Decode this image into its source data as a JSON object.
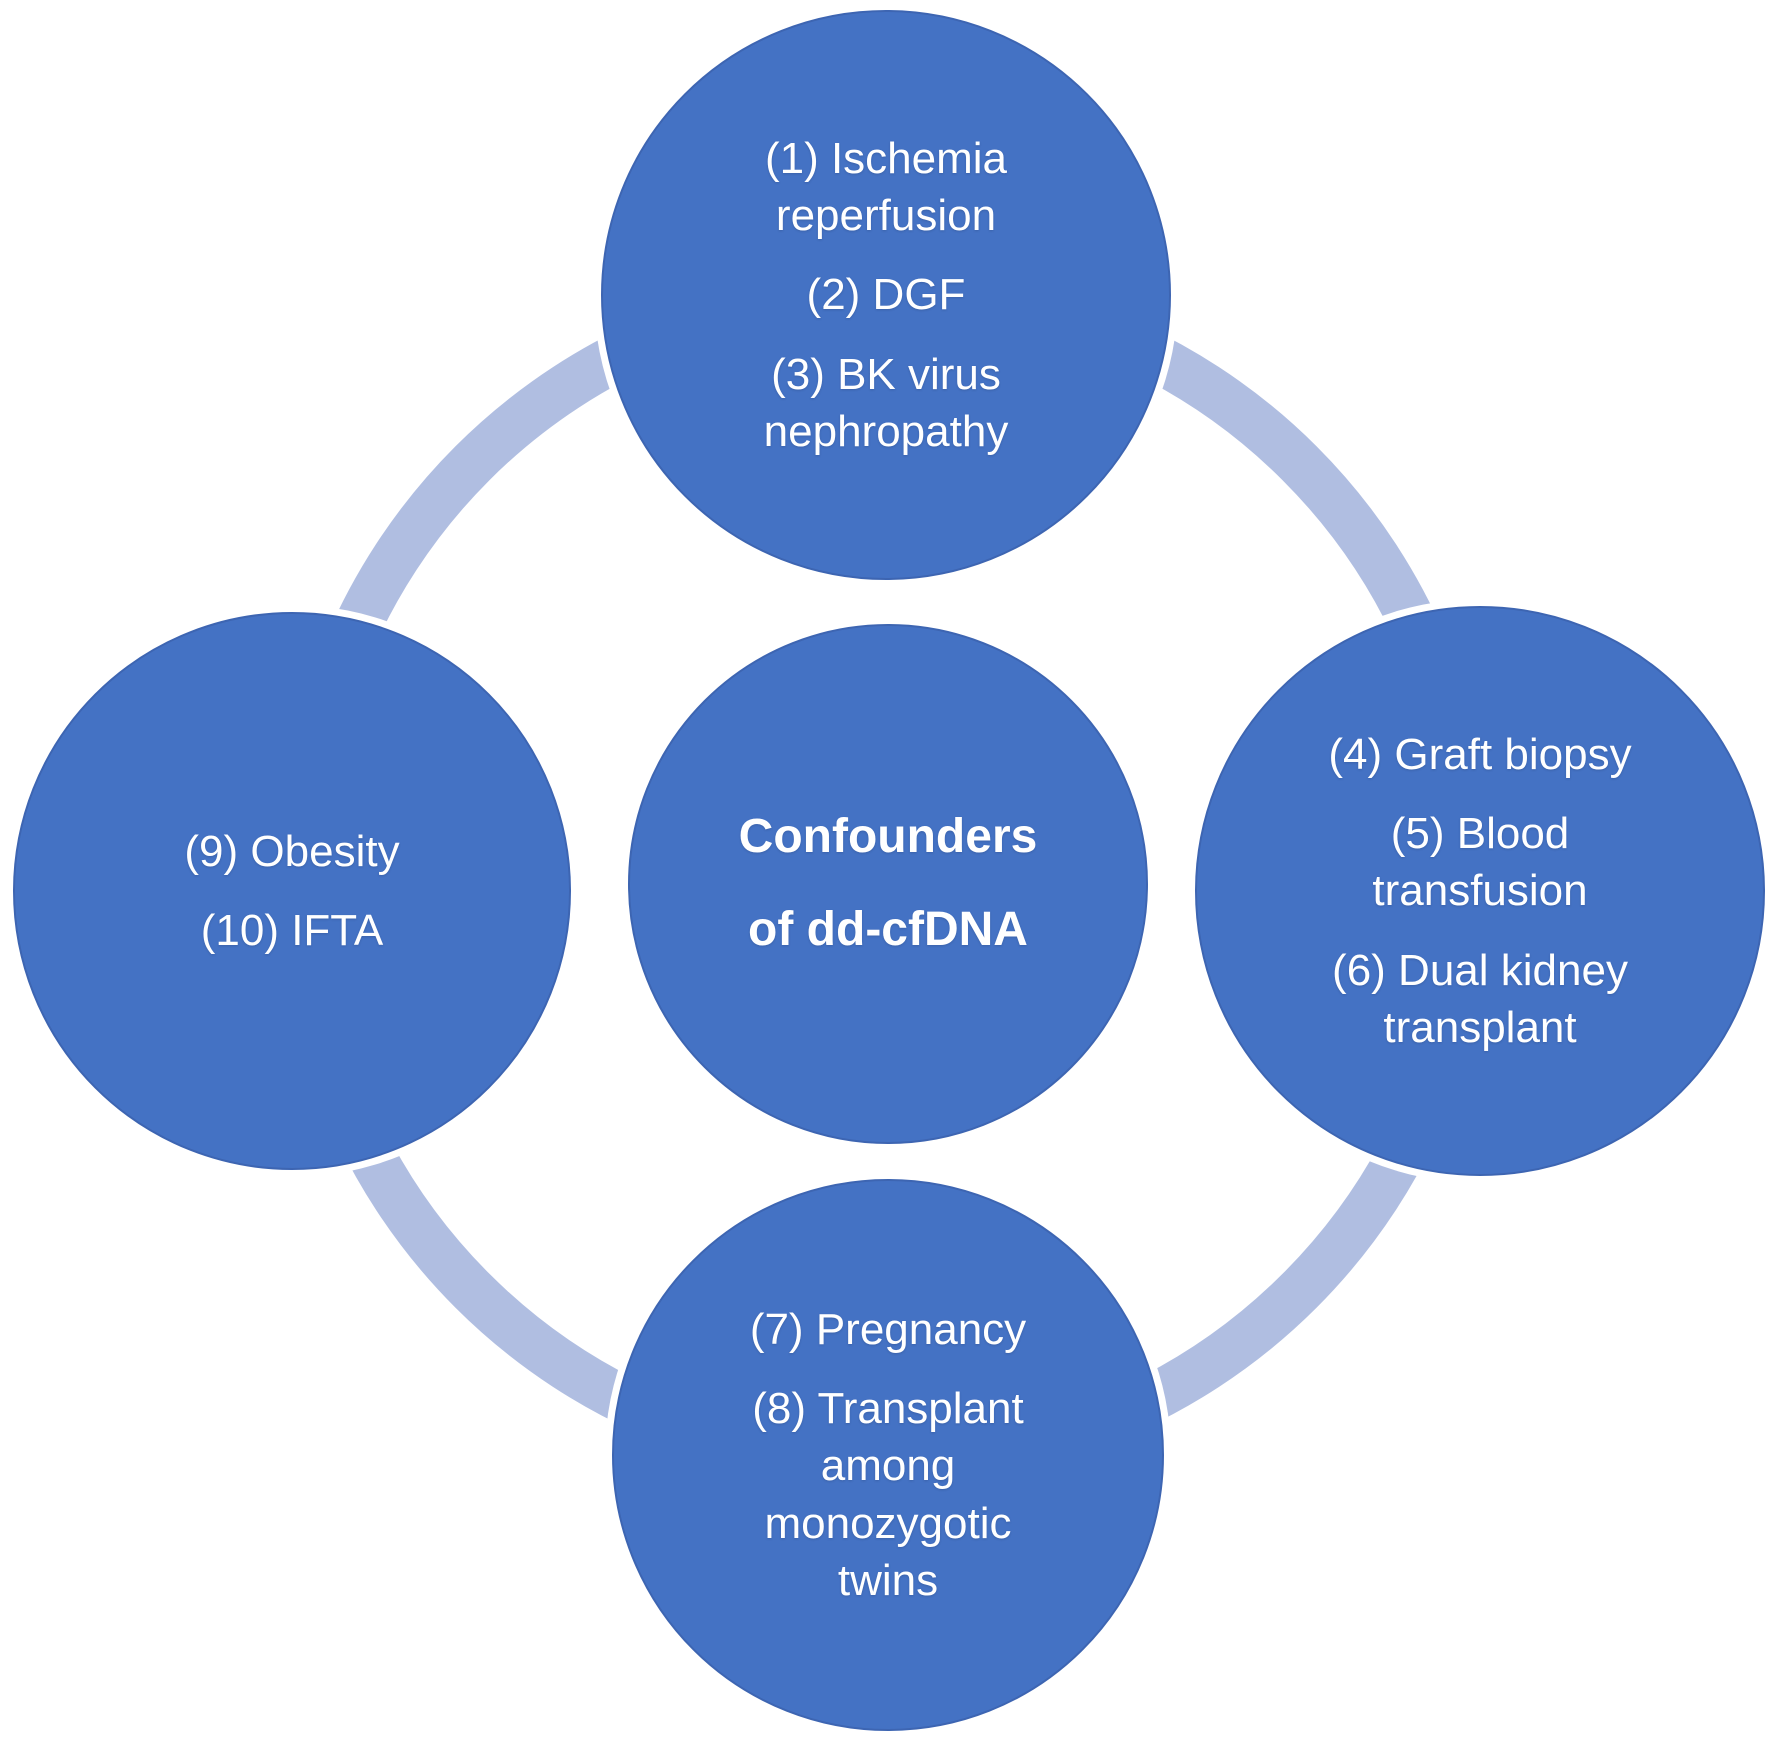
{
  "figure": {
    "type": "cycle-diagram",
    "topic": "Confounders of dd-cfDNA",
    "background_color": "#FFFFFF",
    "node_fill_color": "#4472C4",
    "node_edge_color": "#3D65B2",
    "ring_color": "#B0BEE1",
    "text_color": "#FFFFFF"
  },
  "nodes": [
    {
      "id": "center",
      "role": "hub",
      "bold": true,
      "items": [
        [
          "Confounders"
        ],
        [
          "of dd-cfDNA"
        ]
      ]
    },
    {
      "id": "top",
      "role": "satellite",
      "bold": false,
      "items": [
        [
          "(1) Ischemia",
          "reperfusion"
        ],
        [
          "(2) DGF"
        ],
        [
          "(3) BK virus",
          "nephropathy"
        ]
      ]
    },
    {
      "id": "right",
      "role": "satellite",
      "bold": false,
      "items": [
        [
          "(4) Graft biopsy"
        ],
        [
          "(5) Blood",
          "transfusion"
        ],
        [
          "(6) Dual kidney",
          "transplant"
        ]
      ]
    },
    {
      "id": "bottom",
      "role": "satellite",
      "bold": false,
      "items": [
        [
          "(7) Pregnancy"
        ],
        [
          "(8) Transplant",
          "among",
          "monozygotic",
          "twins"
        ]
      ]
    },
    {
      "id": "left",
      "role": "satellite",
      "bold": false,
      "items": [
        [
          "(9) Obesity"
        ],
        [
          "(10) IFTA"
        ]
      ]
    }
  ]
}
